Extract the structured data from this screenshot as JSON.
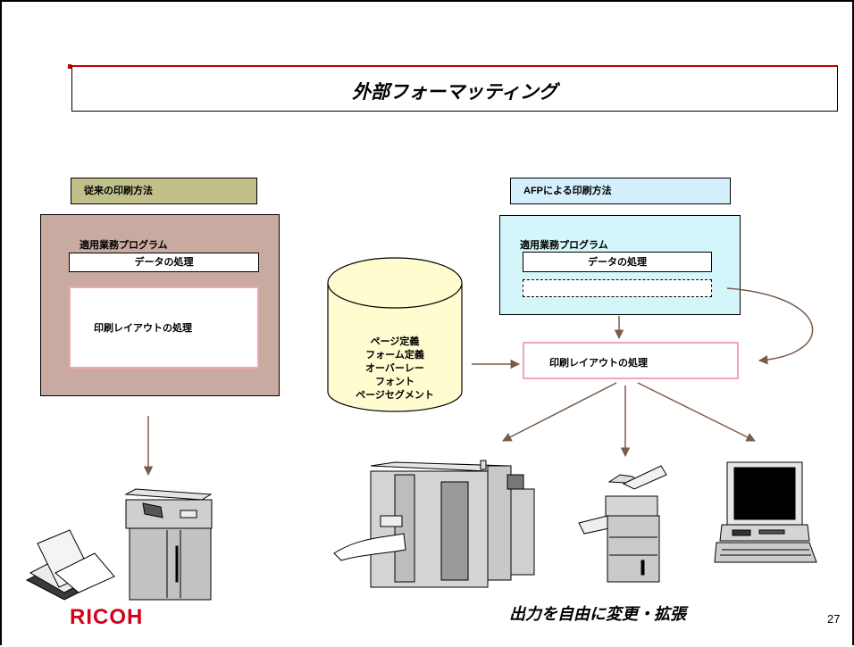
{
  "title": "外部フォーマッティング",
  "traditional": {
    "label": "従来の印刷方法",
    "app_program": "適用業務プログラム",
    "data_processing": "データの処理",
    "layout_processing": "印刷レイアウトの処理"
  },
  "afp": {
    "label": "AFPによる印刷方法",
    "app_program": "適用業務プログラム",
    "data_processing": "データの処理",
    "layout_processing": "印刷レイアウトの処理"
  },
  "resources": [
    "ページ定義",
    "フォーム定義",
    "オーバーレー",
    "フォント",
    "ページセグメント"
  ],
  "footer": {
    "caption": "出力を自由に変更・拡張",
    "logo": "RICOH",
    "page_number": "27"
  },
  "colors": {
    "traditional_label_bg": "#c2c08a",
    "traditional_box_bg": "#c8aaa0",
    "afp_label_bg": "#d4f0fc",
    "afp_box_bg": "#d4f6fa",
    "pink_border": "#f2a6b4",
    "cylinder_fill": "#fffcd0",
    "arrow": "#7a5a4a",
    "logo_red": "#d0021b"
  }
}
